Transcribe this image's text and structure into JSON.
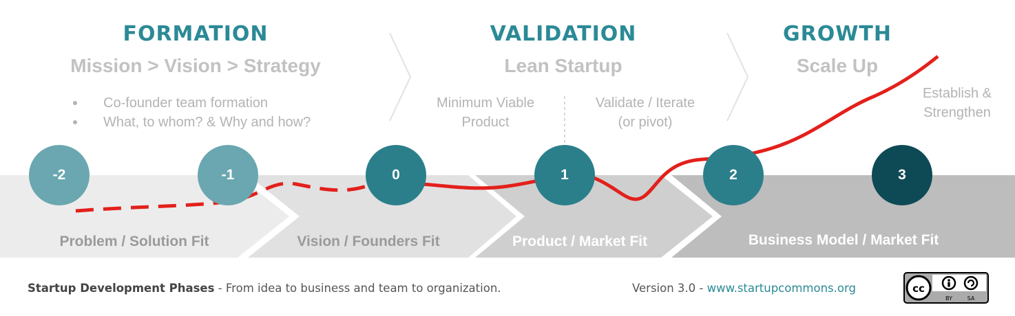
{
  "phases": [
    {
      "title": "FORMATION",
      "subtitle": "Mission  >  Vision  >  Strategy"
    },
    {
      "title": "VALIDATION",
      "subtitle": "Lean Startup"
    },
    {
      "title": "GROWTH",
      "subtitle": "Scale Up"
    }
  ],
  "formation_bullets": [
    "Co-founder team formation",
    "What, to whom? & Why and how?"
  ],
  "validation_notes": {
    "mvp": [
      "Minimum Viable",
      "Product"
    ],
    "validate": [
      "Validate / Iterate",
      "(or pivot)"
    ]
  },
  "growth_note": [
    "Establish &",
    "Strengthen"
  ],
  "milestones": [
    {
      "label": "-2",
      "color": "#6aa7b0"
    },
    {
      "label": "-1",
      "color": "#6aa7b0"
    },
    {
      "label": "0",
      "color": "#2b7f8b"
    },
    {
      "label": "1",
      "color": "#2b7f8b"
    },
    {
      "label": "2",
      "color": "#2b7f8b"
    },
    {
      "label": "3",
      "color": "#0e4a55"
    }
  ],
  "fit_stages": [
    {
      "label": "Problem / Solution Fit",
      "color": "#ececec",
      "text_color": "#9a9a9a"
    },
    {
      "label": "Vision / Founders Fit",
      "color": "#e0e0e0",
      "text_color": "#9a9a9a"
    },
    {
      "label": "Product / Market Fit",
      "color": "#cfcfcf",
      "text_color": "#ffffff"
    },
    {
      "label": "Business Model / Market Fit",
      "color": "#bdbdbd",
      "text_color": "#ffffff"
    }
  ],
  "curve_color": "#e3201b",
  "footer": {
    "title": "Startup Development Phases",
    "desc": " - From idea to business and team to organization.",
    "version": "Version 3.0  -  ",
    "url": "www.startupcommons.org",
    "license": {
      "cc": "cc",
      "by": "BY",
      "sa": "SA"
    }
  }
}
